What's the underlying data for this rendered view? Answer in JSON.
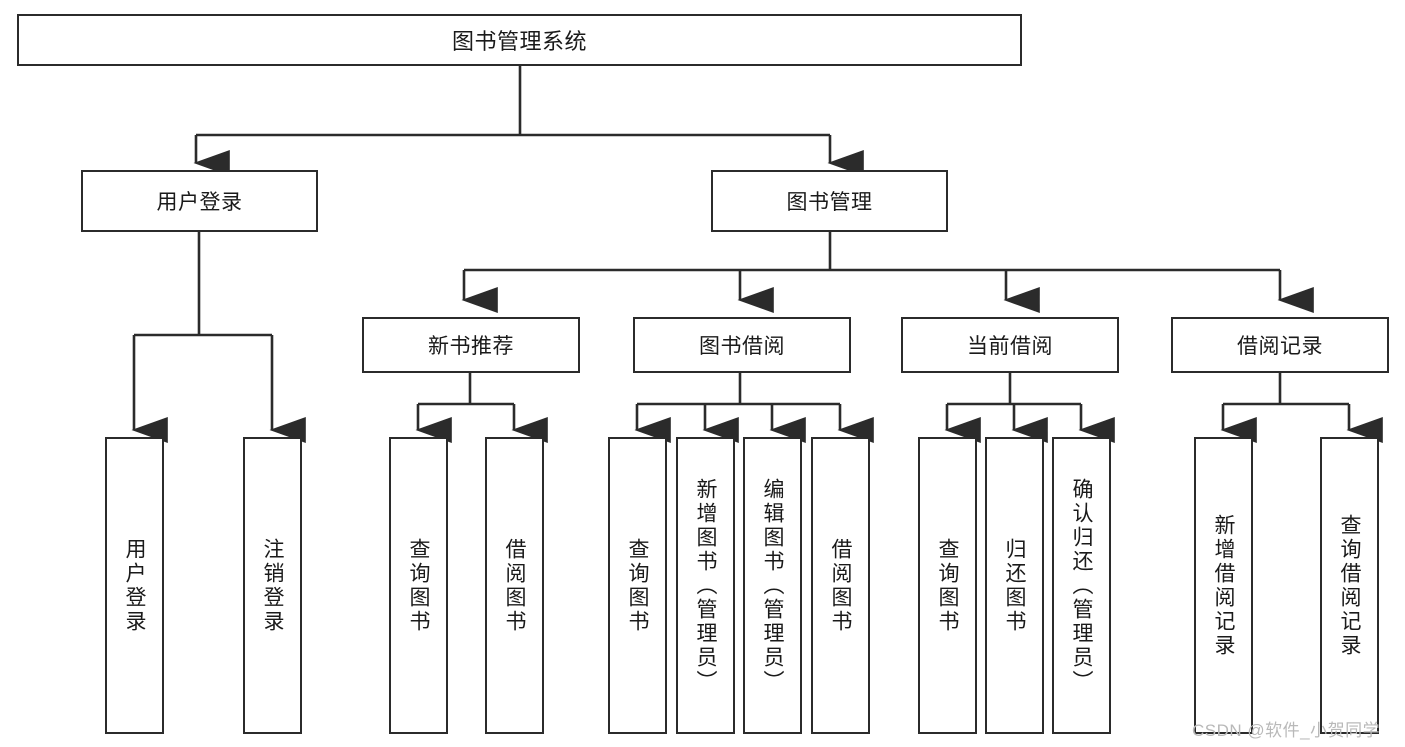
{
  "diagram": {
    "title": "图书管理系统",
    "type": "hierarchy-tree",
    "colors": {
      "stroke": "#2b2b2b",
      "fill": "#ffffff",
      "text": "#1a1a1a",
      "watermark": "#b9b9b9"
    },
    "levels": {
      "root": [
        "图书管理系统"
      ],
      "level2": [
        "用户登录",
        "图书管理"
      ],
      "level3": [
        "新书推荐",
        "图书借阅",
        "当前借阅",
        "借阅记录"
      ],
      "leaves": [
        "用户登录",
        "注销登录",
        "查询图书",
        "借阅图书",
        "查询图书",
        "新增图书（管理员）",
        "编辑图书（管理员）",
        "借阅图书",
        "查询图书",
        "归还图书",
        "确认归还（管理员）",
        "新增借阅记录",
        "查询借阅记录"
      ]
    }
  },
  "nodes": {
    "root": {
      "label": "图书管理系统"
    },
    "user_login": {
      "label": "用户登录"
    },
    "book_manage": {
      "label": "图书管理"
    },
    "new_book_rec": {
      "label": "新书推荐"
    },
    "book_borrow": {
      "label": "图书借阅"
    },
    "current_borrow": {
      "label": "当前借阅"
    },
    "borrow_record": {
      "label": "借阅记录"
    },
    "leaf_user_login": {
      "label": "用户登录"
    },
    "leaf_logout": {
      "label": "注销登录"
    },
    "leaf_query_book_a": {
      "label": "查询图书"
    },
    "leaf_borrow_book_a": {
      "label": "借阅图书"
    },
    "leaf_query_book_b": {
      "label": "查询图书"
    },
    "leaf_add_book": {
      "label": "新增图书（管理员）"
    },
    "leaf_edit_book": {
      "label": "编辑图书（管理员）"
    },
    "leaf_borrow_book_b": {
      "label": "借阅图书"
    },
    "leaf_query_book_c": {
      "label": "查询图书"
    },
    "leaf_return_book": {
      "label": "归还图书"
    },
    "leaf_confirm_return": {
      "label": "确认归还（管理员）"
    },
    "leaf_add_record": {
      "label": "新增借阅记录"
    },
    "leaf_query_record": {
      "label": "查询借阅记录"
    }
  },
  "watermark": {
    "text": "CSDN @软件_小贺同学"
  }
}
